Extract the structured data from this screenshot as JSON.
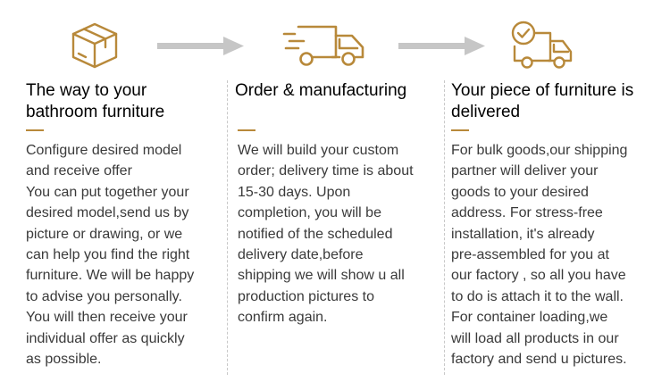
{
  "steps": [
    {
      "icon": "box-icon",
      "title": "The way to your\nbathroom furniture",
      "body": "Configure desired model\nand receive offer\nYou can put together your\ndesired model,send us by\npicture or drawing, or we\ncan help you find the right\nfurniture. We will be happy\nto advise you personally.\nYou will then receive your\nindividual offer as quickly\nas possible."
    },
    {
      "icon": "fast-delivery-truck-icon",
      "title": "Order & manufacturing",
      "body": "We will build your custom\norder; delivery time is about\n15-30 days. Upon\ncompletion, you will be\nnotified of the scheduled\ndelivery date,before\nshipping we will show u all\nproduction pictures to\nconfirm again."
    },
    {
      "icon": "delivered-truck-check-icon",
      "title": "Your piece of furniture is\ndelivered",
      "body": "For bulk goods,our shipping\npartner will deliver your\ngoods to your desired\naddress. For stress-free\ninstallation, it's already\npre-assembled for you at\nour factory , so all you have\nto do is attach it to the wall.\nFor container loading,we\nwill load all products in our\nfactory and send u pictures."
    }
  ],
  "colors": {
    "accent": "#b8893a",
    "arrow": "#c6c6c6",
    "text": "#3a3a3a",
    "title": "#000000"
  }
}
